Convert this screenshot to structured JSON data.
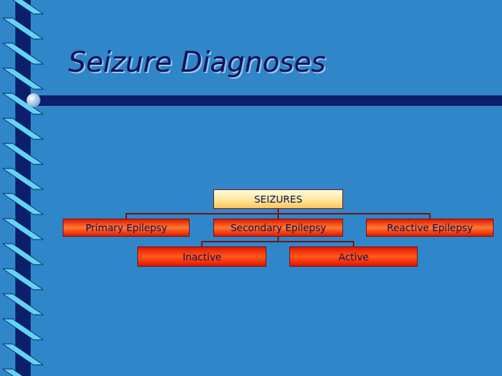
{
  "diagram": {
    "title": "Seizure Diagnoses",
    "nodes": [
      {
        "text": [
          "SEIZURES"
        ]
      },
      {
        "text": [
          "Primary Epilepsy"
        ]
      },
      {
        "text": [
          "Secondary Epilepsy"
        ]
      },
      {
        "text": [
          "Reactive Epilepsy"
        ]
      },
      {
        "text": [
          "Inactive"
        ]
      },
      {
        "text": [
          "Active"
        ]
      }
    ],
    "edges": [
      {
        "from": 0,
        "to": 1,
        "arrow": "none"
      },
      {
        "from": 0,
        "to": 2,
        "arrow": "none"
      },
      {
        "from": 0,
        "to": 3,
        "arrow": "none"
      },
      {
        "from": 2,
        "to": 4,
        "arrow": "none"
      },
      {
        "from": 2,
        "to": 5,
        "arrow": "none"
      }
    ]
  }
}
